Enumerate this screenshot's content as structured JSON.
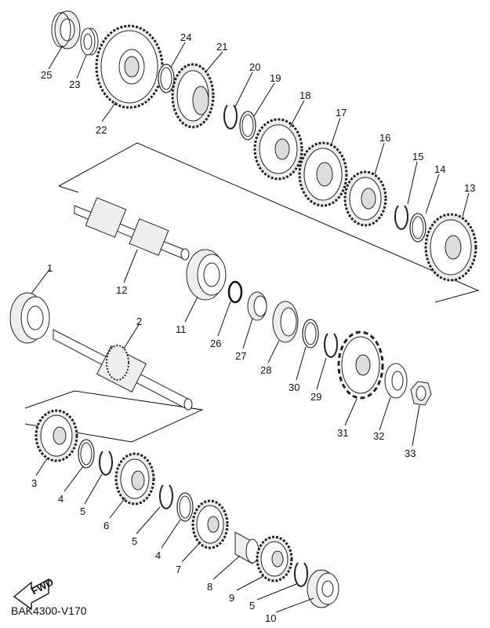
{
  "diagram_code": "BAK4300-V170",
  "fwd_label": "FWD",
  "parts": [
    {
      "id": "p1",
      "label": "1",
      "type": "bearing"
    },
    {
      "id": "p2",
      "label": "2",
      "type": "shaft"
    },
    {
      "id": "p3",
      "label": "3",
      "type": "gear"
    },
    {
      "id": "p4a",
      "label": "4",
      "type": "washer"
    },
    {
      "id": "p5a",
      "label": "5",
      "type": "clip"
    },
    {
      "id": "p6",
      "label": "6",
      "type": "gear"
    },
    {
      "id": "p5b",
      "label": "5",
      "type": "clip"
    },
    {
      "id": "p4b",
      "label": "4",
      "type": "washer"
    },
    {
      "id": "p7",
      "label": "7",
      "type": "gear"
    },
    {
      "id": "p8",
      "label": "8",
      "type": "bushing"
    },
    {
      "id": "p9",
      "label": "9",
      "type": "gear"
    },
    {
      "id": "p5c",
      "label": "5",
      "type": "clip"
    },
    {
      "id": "p10",
      "label": "10",
      "type": "bearing"
    },
    {
      "id": "p11",
      "label": "11",
      "type": "bearing"
    },
    {
      "id": "p12",
      "label": "12",
      "type": "shaft"
    },
    {
      "id": "p13",
      "label": "13",
      "type": "gear"
    },
    {
      "id": "p14",
      "label": "14",
      "type": "washer"
    },
    {
      "id": "p15",
      "label": "15",
      "type": "clip"
    },
    {
      "id": "p16",
      "label": "16",
      "type": "gear"
    },
    {
      "id": "p17",
      "label": "17",
      "type": "gear"
    },
    {
      "id": "p18",
      "label": "18",
      "type": "gear"
    },
    {
      "id": "p19",
      "label": "19",
      "type": "washer"
    },
    {
      "id": "p20",
      "label": "20",
      "type": "clip"
    },
    {
      "id": "p21",
      "label": "21",
      "type": "gear"
    },
    {
      "id": "p22",
      "label": "22",
      "type": "gear"
    },
    {
      "id": "p23",
      "label": "23",
      "type": "collar"
    },
    {
      "id": "p24",
      "label": "24",
      "type": "washer"
    },
    {
      "id": "p25",
      "label": "25",
      "type": "bearing"
    },
    {
      "id": "p26",
      "label": "26",
      "type": "oring"
    },
    {
      "id": "p27",
      "label": "27",
      "type": "collar"
    },
    {
      "id": "p28",
      "label": "28",
      "type": "seal"
    },
    {
      "id": "p29",
      "label": "29",
      "type": "clip"
    },
    {
      "id": "p30",
      "label": "30",
      "type": "washer"
    },
    {
      "id": "p31",
      "label": "31",
      "type": "sprocket"
    },
    {
      "id": "p32",
      "label": "32",
      "type": "lockwasher"
    },
    {
      "id": "p33",
      "label": "33",
      "type": "nut"
    }
  ]
}
